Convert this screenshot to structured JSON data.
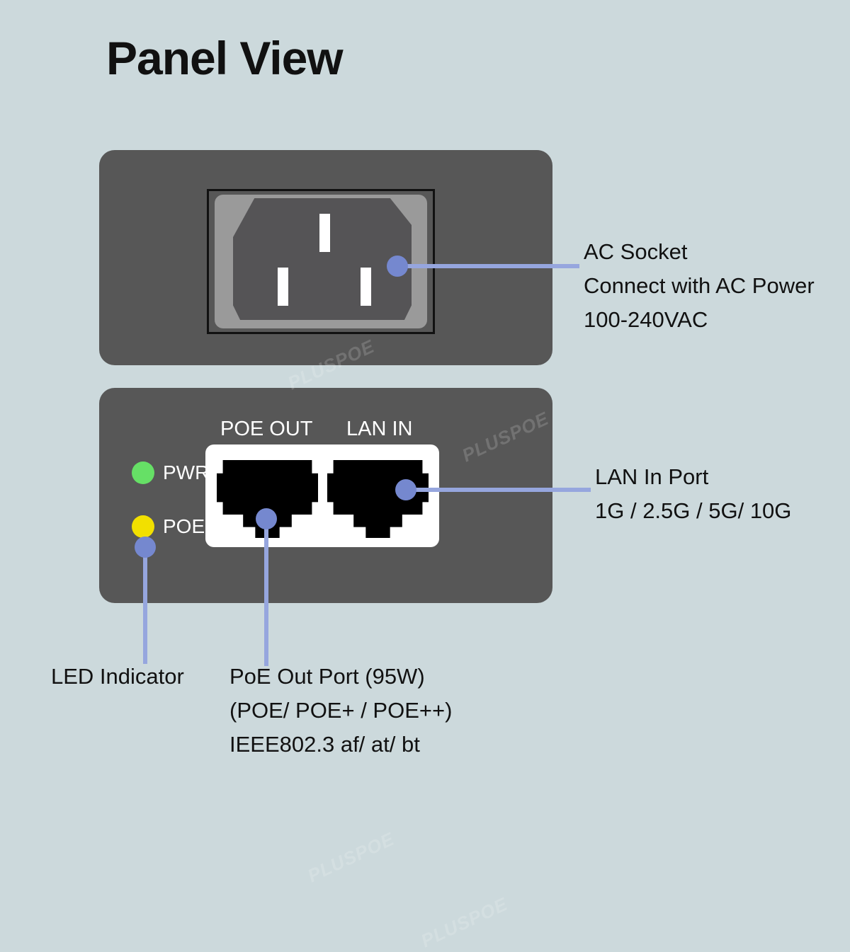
{
  "page": {
    "title": "Panel View",
    "background_color": "#ccd9dc",
    "panel_color": "#575757",
    "callout_dot_color": "#7588cf",
    "callout_line_color": "#96a6de",
    "watermark_text": "PLUSPOE"
  },
  "top_panel": {
    "name": "AC socket panel",
    "socket": {
      "type": "IEC C14 inlet",
      "bezel_color": "#9a9a9a",
      "pin_count": 3
    }
  },
  "bottom_panel": {
    "name": "Port and LED panel",
    "port_labels": {
      "poe_out": "POE OUT",
      "lan_in": "LAN IN"
    },
    "leds": [
      {
        "label": "PWR",
        "color": "#66e066"
      },
      {
        "label": "POE",
        "color": "#f2e000"
      }
    ]
  },
  "annotations": {
    "ac_socket": {
      "lines": [
        "AC Socket",
        "Connect with AC Power",
        "100-240VAC"
      ]
    },
    "lan_in": {
      "lines": [
        "LAN In Port",
        "1G / 2.5G / 5G/ 10G"
      ]
    },
    "led_indicator": {
      "lines": [
        "LED Indicator"
      ]
    },
    "poe_out": {
      "lines": [
        "PoE Out Port (95W)",
        "(POE/ POE+ / POE++)",
        "IEEE802.3 af/ at/ bt"
      ]
    }
  }
}
